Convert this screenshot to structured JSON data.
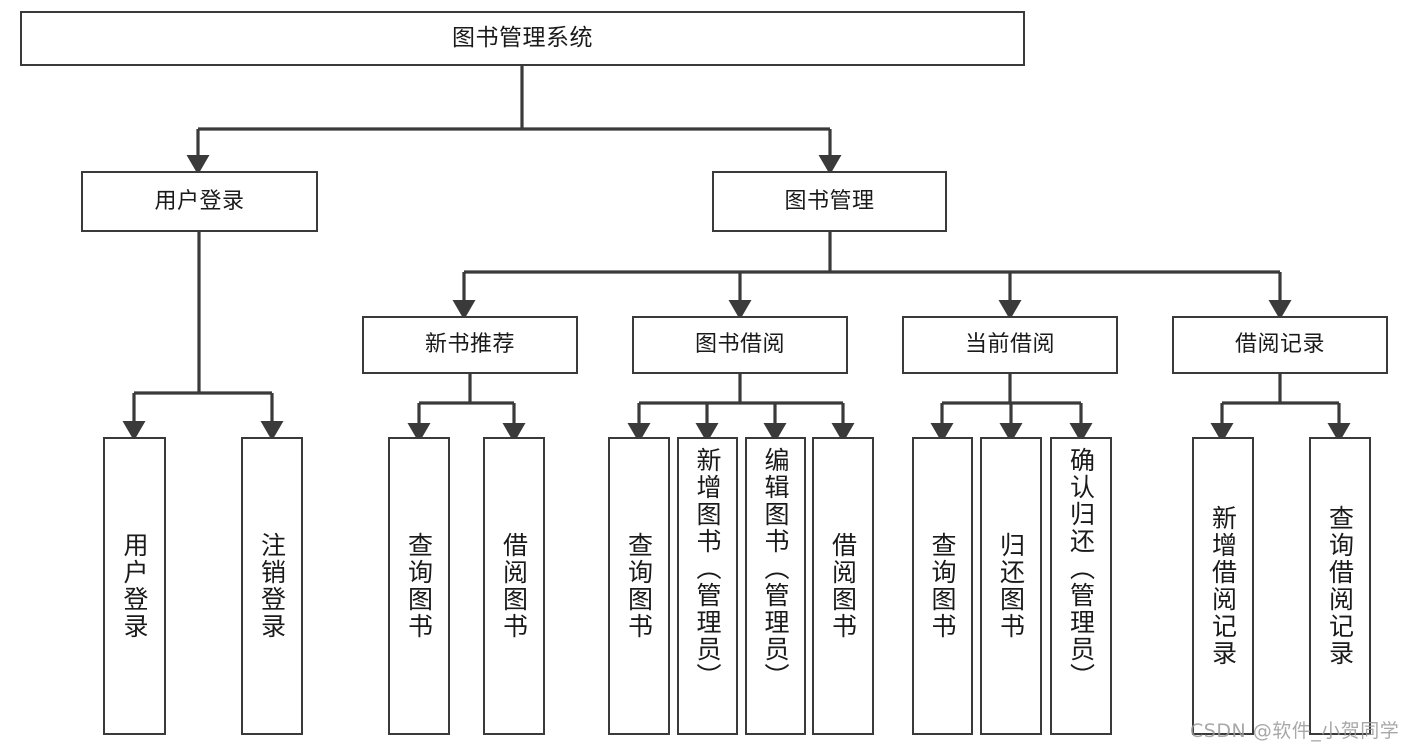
{
  "diagram": {
    "title": "图书管理系统",
    "type": "tree-hierarchy-chart",
    "orientation": "top-down",
    "stroke_color": "#3a3a3a",
    "fill_color": "#ffffff",
    "text_color": "#1a1a1a"
  },
  "nodes": {
    "root": {
      "label": "图书管理系统",
      "level": 0
    },
    "level1": [
      {
        "id": "user-login",
        "label": "用户登录",
        "level": 1
      },
      {
        "id": "book-management",
        "label": "图书管理",
        "level": 1
      }
    ],
    "level2": [
      {
        "id": "new-book-recommend",
        "label": "新书推荐",
        "level": 2,
        "parent": "book-management"
      },
      {
        "id": "book-borrow",
        "label": "图书借阅",
        "level": 2,
        "parent": "book-management"
      },
      {
        "id": "current-borrow",
        "label": "当前借阅",
        "level": 2,
        "parent": "book-management"
      },
      {
        "id": "borrow-record",
        "label": "借阅记录",
        "level": 2,
        "parent": "book-management"
      }
    ],
    "leaves": [
      {
        "id": "leaf-user-login",
        "label": "用户登录",
        "parent": "user-login"
      },
      {
        "id": "leaf-logout-login",
        "label": "注销登录",
        "parent": "user-login"
      },
      {
        "id": "leaf-query-book-1",
        "label": "查询图书",
        "parent": "new-book-recommend"
      },
      {
        "id": "leaf-borrow-book-1",
        "label": "借阅图书",
        "parent": "new-book-recommend"
      },
      {
        "id": "leaf-query-book-2",
        "label": "查询图书",
        "parent": "book-borrow"
      },
      {
        "id": "leaf-add-book",
        "label": "新增图书（管理员）",
        "parent": "book-borrow"
      },
      {
        "id": "leaf-edit-book",
        "label": "编辑图书（管理员）",
        "parent": "book-borrow"
      },
      {
        "id": "leaf-borrow-book-2",
        "label": "借阅图书",
        "parent": "book-borrow"
      },
      {
        "id": "leaf-query-book-3",
        "label": "查询图书",
        "parent": "current-borrow"
      },
      {
        "id": "leaf-return-book",
        "label": "归还图书",
        "parent": "current-borrow"
      },
      {
        "id": "leaf-confirm-return",
        "label": "确认归还（管理员）",
        "parent": "current-borrow"
      },
      {
        "id": "leaf-add-borrow-record",
        "label": "新增借阅记录",
        "parent": "borrow-record"
      },
      {
        "id": "leaf-query-borrow-record",
        "label": "查询借阅记录",
        "parent": "borrow-record"
      }
    ]
  },
  "watermark": {
    "text": "CSDN @软件_小贺同学"
  }
}
